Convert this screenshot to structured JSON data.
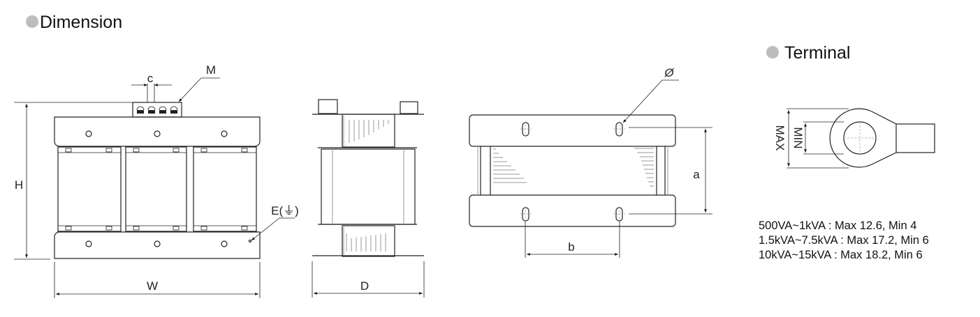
{
  "sections": {
    "dimension_title": "Dimension",
    "terminal_title": "Terminal"
  },
  "labels": {
    "c": "c",
    "M": "M",
    "H": "H",
    "W": "W",
    "E": "E(⏚)",
    "D": "D",
    "phi": "Ø",
    "a": "a",
    "b": "b",
    "max": "MAX",
    "min": "MIN"
  },
  "terminal_specs": [
    "500VA~1kVA : Max 12.6,  Min 4",
    "1.5kVA~7.5kVA : Max 17.2,  Min 6",
    "10kVA~15kVA : Max 18.2,  Min 6"
  ],
  "colors": {
    "bullet": "#bdbdbd",
    "line": "#222222"
  }
}
